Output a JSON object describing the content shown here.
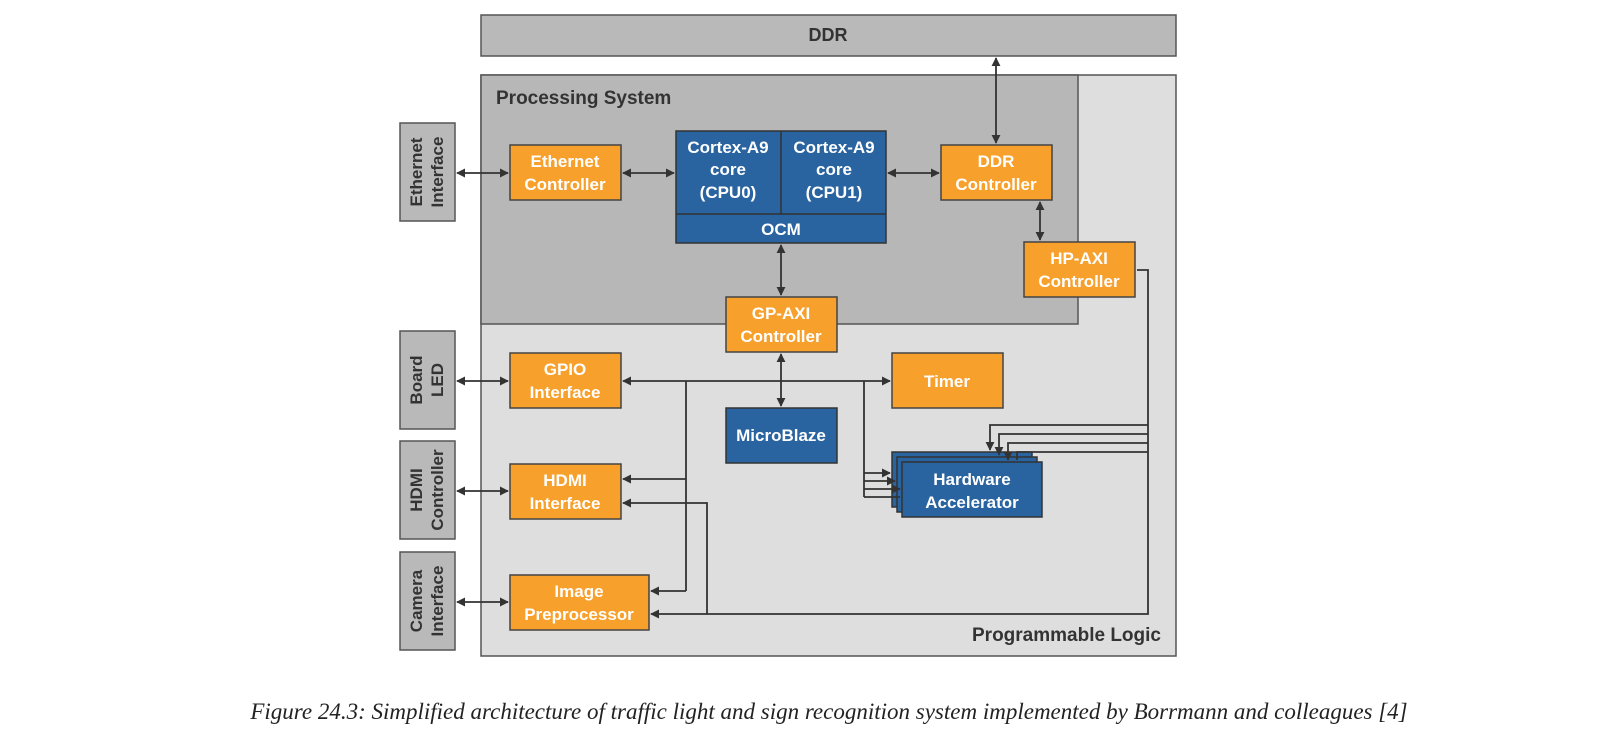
{
  "colors": {
    "orange": "#F7A02C",
    "blue": "#2A64A0",
    "ps_gray": "#B7B7B7",
    "pl_gray": "#DEDEDE",
    "ddr_gray": "#B9B9B9",
    "ext_gray": "#B9B9B9",
    "line": "#333333"
  },
  "ddr": {
    "label": "DDR"
  },
  "regions": {
    "processing_system": "Processing System",
    "programmable_logic": "Programmable Logic"
  },
  "external": {
    "ethernet": [
      "Ethernet",
      "Interface"
    ],
    "board_led": [
      "Board",
      "LED"
    ],
    "hdmi_controller": [
      "HDMI",
      "Controller"
    ],
    "camera": [
      "Camera",
      "Interface"
    ]
  },
  "blocks": {
    "ethernet_controller": [
      "Ethernet",
      "Controller"
    ],
    "cpu0": [
      "Cortex-A9",
      "core",
      "(CPU0)"
    ],
    "cpu1": [
      "Cortex-A9",
      "core",
      "(CPU1)"
    ],
    "ocm": "OCM",
    "ddr_controller": [
      "DDR",
      "Controller"
    ],
    "hp_axi": [
      "HP-AXI",
      "Controller"
    ],
    "gp_axi": [
      "GP-AXI",
      "Controller"
    ],
    "gpio": [
      "GPIO",
      "Interface"
    ],
    "timer": "Timer",
    "microblaze": "MicroBlaze",
    "hw_accel": [
      "Hardware",
      "Accelerator"
    ],
    "hdmi_interface": [
      "HDMI",
      "Interface"
    ],
    "image_preprocessor": [
      "Image",
      "Preprocessor"
    ]
  },
  "caption": "Figure 24.3:  Simplified architecture of traffic light and sign recognition system implemented by Borrmann and colleagues [4]"
}
